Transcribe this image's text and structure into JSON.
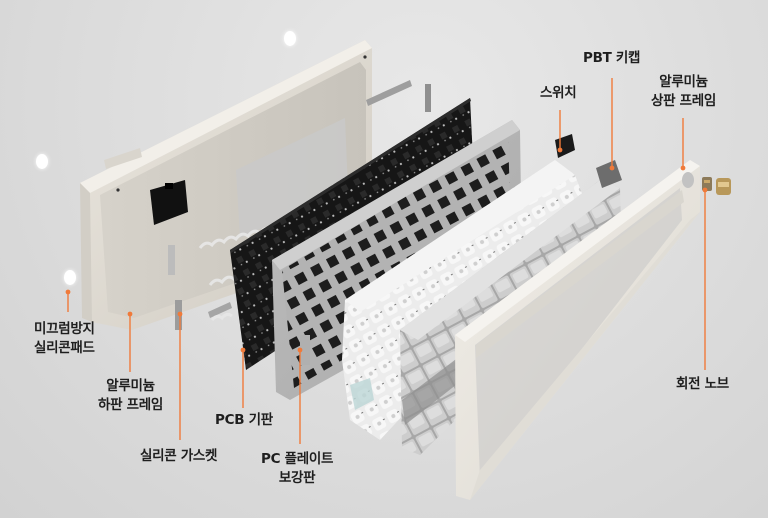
{
  "diagram": {
    "type": "exploded-view",
    "subject": "mechanical keyboard",
    "accent_color": "#f07a3a",
    "background_color": "#dedede"
  },
  "labels": {
    "anti_slip_pad": {
      "line1": "미끄럼방지",
      "line2": "실리콘패드"
    },
    "bottom_frame": {
      "line1": "알루미늄",
      "line2": "하판 프레임"
    },
    "silicone_gasket": {
      "line1": "실리콘 가스켓"
    },
    "pcb": {
      "line1": "PCB 기판"
    },
    "pc_plate": {
      "line1": "PC 플레이트",
      "line2": "보강판"
    },
    "switch": {
      "line1": "스위치"
    },
    "keycaps": {
      "line1": "PBT 키캡"
    },
    "top_frame": {
      "line1": "알루미늄",
      "line2": "상판 프레임"
    },
    "rotary_knob": {
      "line1": "회전 노브"
    }
  },
  "components": [
    {
      "name": "anti-slip silicone pad",
      "order": 1
    },
    {
      "name": "aluminum bottom frame",
      "order": 2
    },
    {
      "name": "silicone gasket",
      "order": 3
    },
    {
      "name": "PCB board",
      "order": 4
    },
    {
      "name": "PC plate reinforcement",
      "order": 5
    },
    {
      "name": "switches",
      "order": 6
    },
    {
      "name": "PBT keycaps",
      "order": 7
    },
    {
      "name": "aluminum top frame",
      "order": 8
    },
    {
      "name": "rotary knob",
      "order": 9
    }
  ]
}
